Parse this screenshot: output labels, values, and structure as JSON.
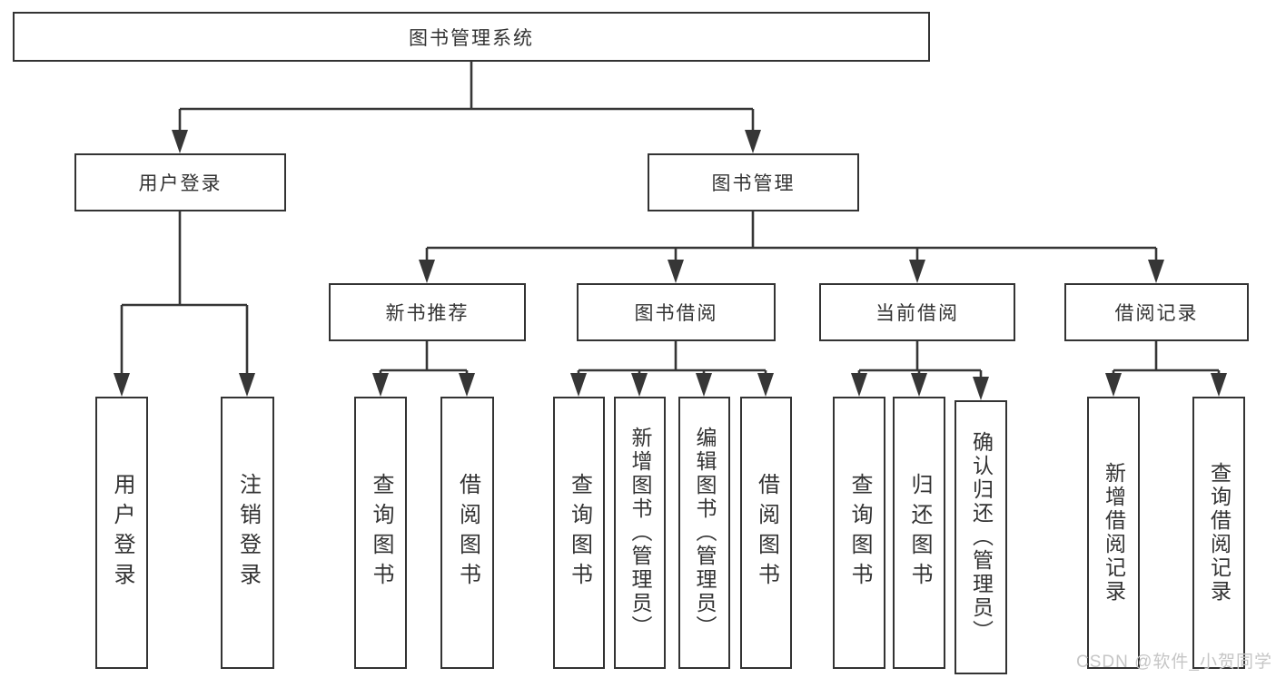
{
  "diagram_title": "图书管理系统",
  "tree": {
    "label": "图书管理系统",
    "children": [
      {
        "label": "用户登录",
        "children": [
          {
            "label": "用户登录"
          },
          {
            "label": "注销登录"
          }
        ]
      },
      {
        "label": "图书管理",
        "children": [
          {
            "label": "新书推荐",
            "children": [
              {
                "label": "查询图书"
              },
              {
                "label": "借阅图书"
              }
            ]
          },
          {
            "label": "图书借阅",
            "children": [
              {
                "label": "查询图书"
              },
              {
                "label": "新增图书（管理员）"
              },
              {
                "label": "编辑图书（管理员）"
              },
              {
                "label": "借阅图书"
              }
            ]
          },
          {
            "label": "当前借阅",
            "children": [
              {
                "label": "查询图书"
              },
              {
                "label": "归还图书"
              },
              {
                "label": "确认归还（管理员）"
              }
            ]
          },
          {
            "label": "借阅记录",
            "children": [
              {
                "label": "新增借阅记录"
              },
              {
                "label": "查询借阅记录"
              }
            ]
          }
        ]
      }
    ]
  },
  "watermark": "CSDN @软件_小贺同学",
  "colors": {
    "line": "#363636",
    "box_border": "#333333",
    "box_fill": "#ffffff",
    "text": "#333333",
    "watermark": "#c6c6c6"
  }
}
